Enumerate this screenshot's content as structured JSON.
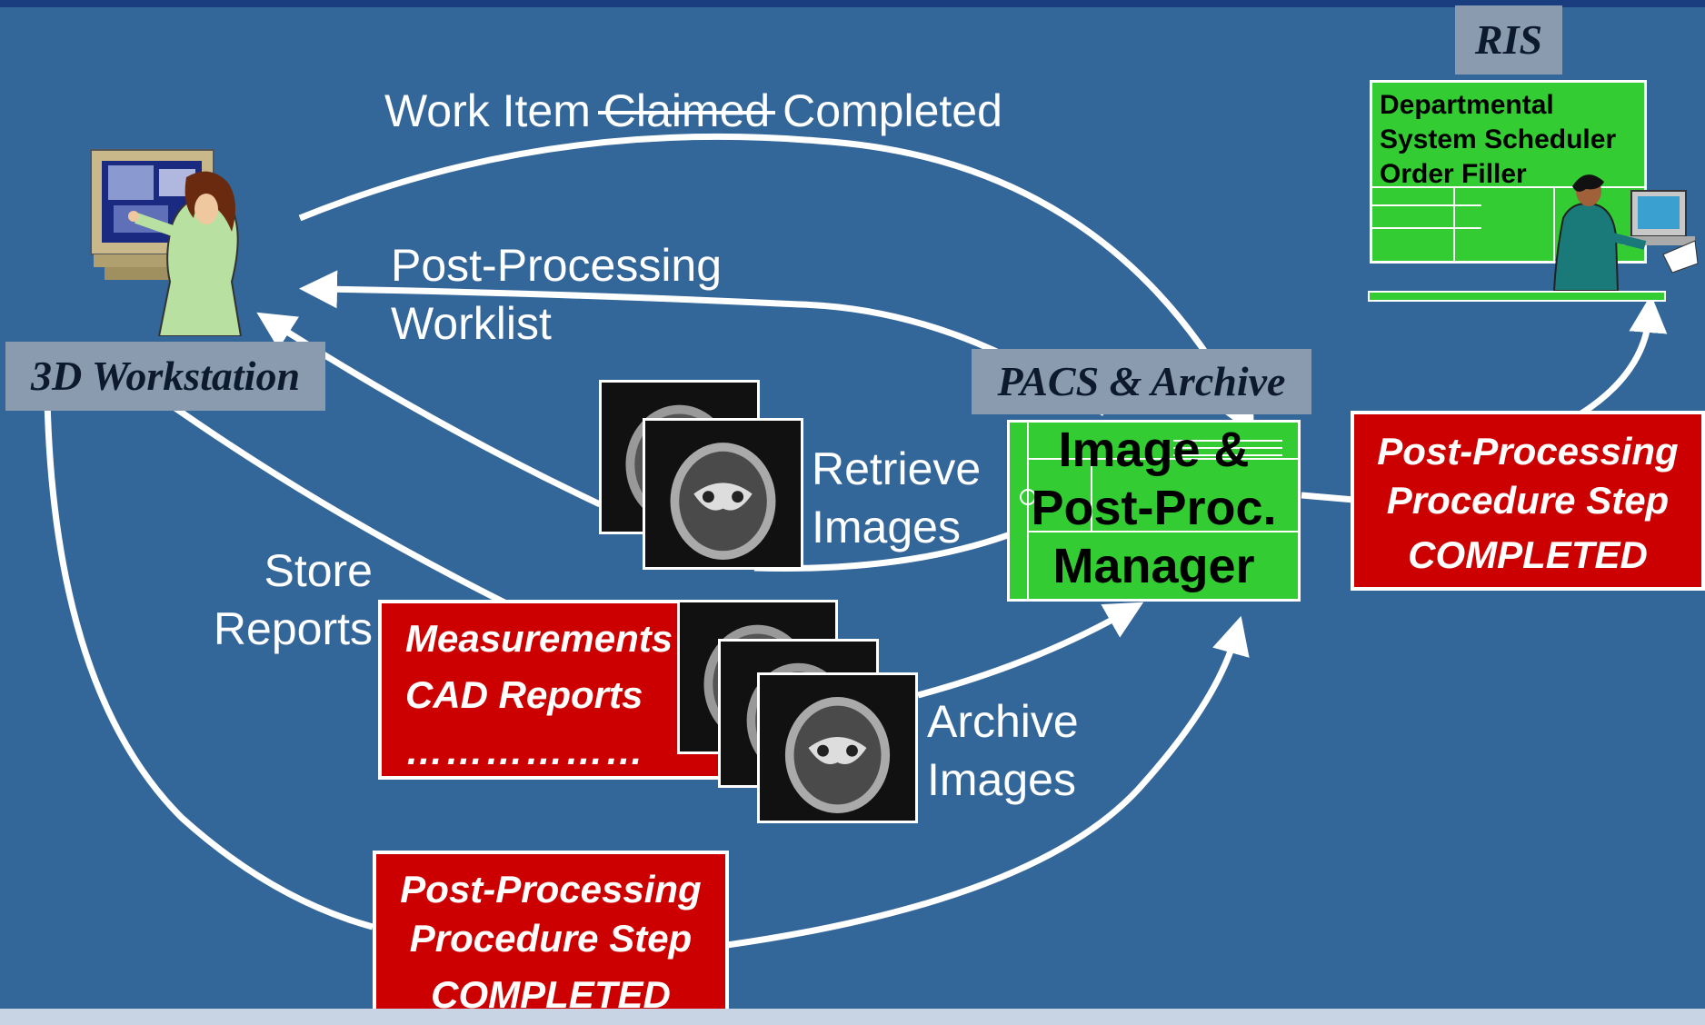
{
  "work_item": {
    "prefix": "Work Item",
    "struck": "Claimed",
    "suffix": "Completed"
  },
  "worklist": {
    "line1": "Post-Processing",
    "line2": "Worklist"
  },
  "workstation": {
    "label": "3D Workstation"
  },
  "retrieve": {
    "line1": "Retrieve",
    "line2": "Images"
  },
  "store": {
    "line1": "Store",
    "line2": "Reports"
  },
  "archive_images": {
    "line1": "Archive",
    "line2": "Images"
  },
  "pacs": {
    "label": "PACS & Archive",
    "manager_lines": [
      "Image &",
      "Post-Proc.",
      "Manager"
    ]
  },
  "ris": {
    "label": "RIS",
    "lines": [
      "Departmental",
      "System Scheduler",
      "Order Filler"
    ]
  },
  "reports_box": {
    "lines": [
      "Measurements",
      "CAD Reports",
      "………………"
    ]
  },
  "pp_step_ris": {
    "lines": [
      "Post-Processing",
      "Procedure Step",
      "COMPLETED"
    ]
  },
  "pp_step_bottom": {
    "lines": [
      "Post-Processing",
      "Procedure Step",
      "COMPLETED"
    ]
  },
  "colors": {
    "background": "#336699",
    "red": "#cc0000",
    "green": "#33cc33",
    "grey_label": "#8a9bb0"
  }
}
